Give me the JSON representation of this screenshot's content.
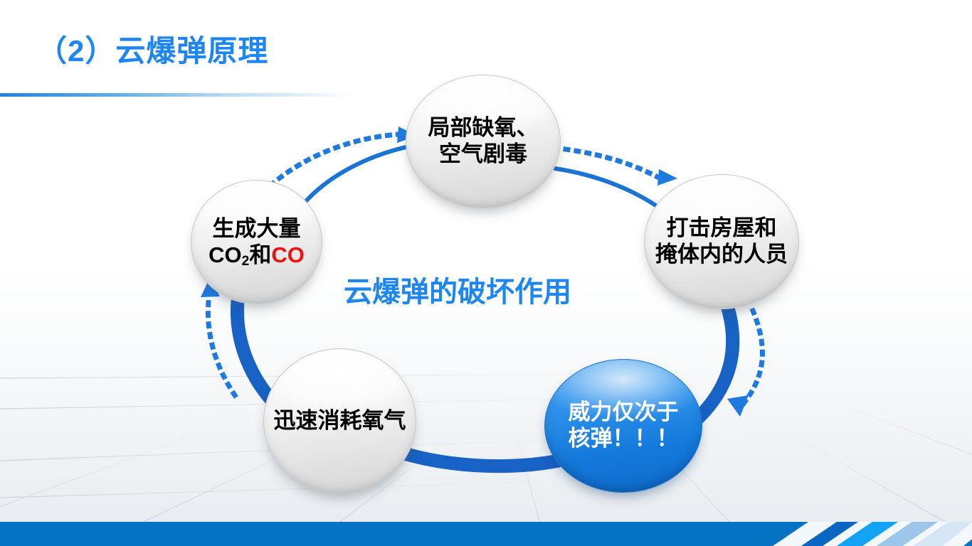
{
  "slide": {
    "title": "（2）云爆弹原理",
    "title_color": "#1e86f0",
    "background_color": "#ffffff",
    "bottom_bar_color": "#0572c4"
  },
  "diagram": {
    "center_label": "云爆弹的破坏作用",
    "ring_color": "#1861c5",
    "arrow_color": "#1f7ae0",
    "nodes": [
      {
        "id": "top",
        "line1": "局部缺氧、",
        "line2": "空气剧毒",
        "style": "grey"
      },
      {
        "id": "left",
        "line1": "生成大量",
        "line2_prefix": "CO",
        "line2_sub": "2",
        "line2_mid": "和",
        "line2_highlight": "CO",
        "highlight_color": "#ee1111",
        "style": "grey"
      },
      {
        "id": "right",
        "line1": "打击房屋和",
        "line2": "掩体内的人员",
        "style": "grey"
      },
      {
        "id": "bottom-left",
        "line1": "迅速消耗氧气",
        "line2": "",
        "style": "grey"
      },
      {
        "id": "bottom-right",
        "line1": "威力仅次于",
        "line2": "核弹！！！",
        "style": "blue"
      }
    ]
  },
  "footer": {
    "stripe_colors": [
      "#0572c4",
      "#0a66c2",
      "#12a3f5",
      "#9ec6e8",
      "#d6e6f4"
    ]
  }
}
